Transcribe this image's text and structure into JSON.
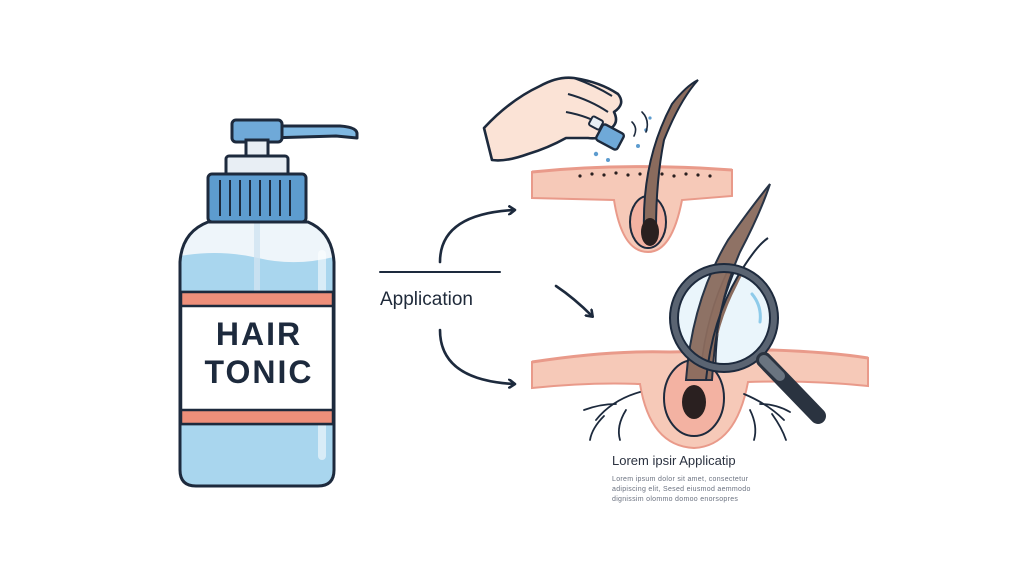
{
  "bottle": {
    "label_line1": "HAIR",
    "label_line2": "TONIC"
  },
  "flow": {
    "label": "Application"
  },
  "caption": {
    "title": "Lorem ipsir Applicatip",
    "lines": [
      "Lorem ipsum dolor sit amet, consectetur",
      "adipiscing elit, Sesed eiusmod aemmodo",
      "dignissim olommo domoo enorsopres"
    ]
  },
  "colors": {
    "outline": "#1d2a3d",
    "liquid": "#a9d6ee",
    "cap": "#5d9ccf",
    "stripe": "#ee8f7a",
    "skin": "#f6c9b8",
    "skin_dark": "#e99a8a",
    "hair": "#8a6b5d",
    "follicle": "#2a2020"
  },
  "icons": [
    "pump-bottle-icon",
    "hand-icon",
    "dropper-icon",
    "magnifier-icon",
    "arrow-icon"
  ]
}
